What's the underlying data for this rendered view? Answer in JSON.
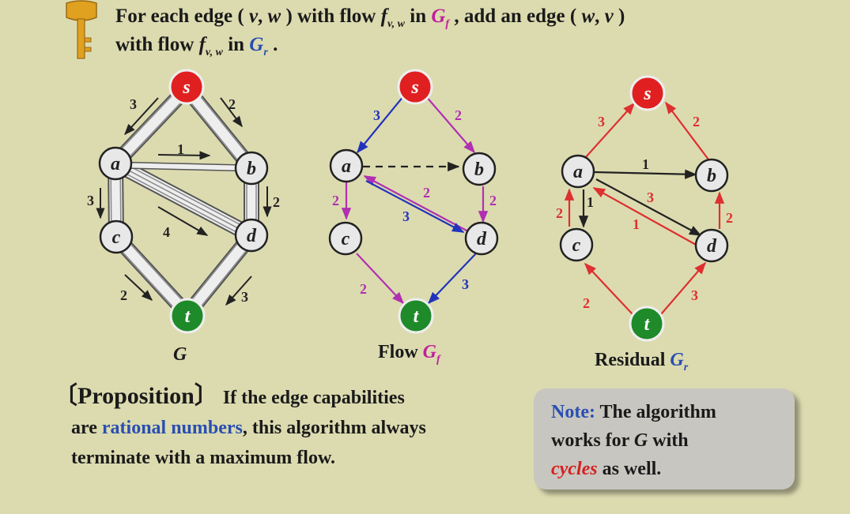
{
  "header": {
    "line1_a": "For each edge ( ",
    "line1_v": "v",
    "line1_comma": ", ",
    "line1_w": "w",
    "line1_b": " ) with flow ",
    "line1_f": "f",
    "line1_fsub": "v, w",
    "line1_in": " in ",
    "line1_G": "G",
    "line1_Gsub": "f",
    "line1_c": " , add an edge ( ",
    "line1_w2": "w",
    "line1_comma2": ", ",
    "line1_v2": "v",
    "line1_d": " )",
    "line2_a": "with flow ",
    "line2_f": "f",
    "line2_fsub": "v, w",
    "line2_in": " in ",
    "line2_G": "G",
    "line2_Gsub": "r",
    "line2_end": " ."
  },
  "graphs": {
    "nodes": {
      "s": "s",
      "a": "a",
      "b": "b",
      "c": "c",
      "d": "d",
      "t": "t"
    },
    "G": {
      "caption": "G",
      "labels": {
        "sa": "3",
        "sb": "2",
        "ab": "1",
        "ac": "3",
        "bd": "2",
        "ad": "4",
        "ct": "2",
        "dt": "3"
      }
    },
    "flow": {
      "caption_a": "Flow ",
      "caption_G": "G",
      "caption_sub": "f",
      "labels": {
        "sa": "3",
        "sb": "2",
        "ac": "2",
        "ad_top": "2",
        "ad_bottom": "3",
        "bd": "2",
        "ct": "2",
        "dt": "3"
      }
    },
    "residual": {
      "caption_a": "Residual ",
      "caption_G": "G",
      "caption_sub": "r",
      "labels": {
        "as": "3",
        "bs": "2",
        "ab": "1",
        "ca": "2",
        "ac": "1",
        "ad": "3",
        "da": "1",
        "db": "2",
        "tc": "2",
        "td": "3"
      }
    }
  },
  "proposition": {
    "title": "〔Proposition〕",
    "text1": " If the edge capabilities",
    "text2a": "are ",
    "text2_highlight": "rational numbers",
    "text2b": ", this algorithm always",
    "text3": "terminate with a maximum flow."
  },
  "note": {
    "label": "Note:",
    "text1": " The algorithm",
    "text2a": "works for ",
    "text2_G": "G",
    "text2b": " with",
    "text3_highlight": "cycles",
    "text3b": " as well."
  },
  "colors": {
    "background": "#dcdbb0",
    "source_node": "#e02020",
    "sink_node": "#1f8a2a",
    "inner_node": "#e8e8e8",
    "flow_blue": "#2233bb",
    "flow_purple": "#b030b0",
    "residual_red": "#dd3030",
    "highlight_blue": "#2a4fb0",
    "highlight_red": "#d42020",
    "note_bg": "#c8c6c0"
  },
  "icons": {
    "header_bullet": "key-icon"
  }
}
